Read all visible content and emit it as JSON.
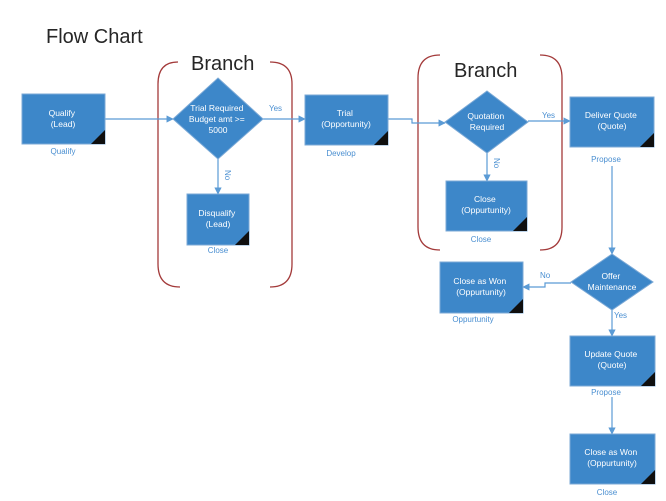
{
  "title": "Flow Chart",
  "branches": [
    {
      "label": "Branch"
    },
    {
      "label": "Branch"
    }
  ],
  "nodes": {
    "qualify": {
      "lines": [
        "Qualify",
        "(Lead)"
      ],
      "stage": "Qualify"
    },
    "trial_required": {
      "lines": [
        "Trial Required",
        "Budget amt >=",
        "5000"
      ],
      "stage": ""
    },
    "disqualify": {
      "lines": [
        "Disqualify",
        "(Lead)"
      ],
      "stage": "Close"
    },
    "trial": {
      "lines": [
        "Trial",
        "(Opportunity)"
      ],
      "stage": "Develop"
    },
    "quotation": {
      "lines": [
        "Quotation",
        "Required"
      ],
      "stage": ""
    },
    "close_opp": {
      "lines": [
        "Close",
        "(Oppurtunity)"
      ],
      "stage": "Close"
    },
    "deliver_quote": {
      "lines": [
        "Deliver Quote",
        "(Quote)"
      ],
      "stage": "Propose"
    },
    "offer_maint": {
      "lines": [
        "Offer",
        "Maintenance"
      ],
      "stage": ""
    },
    "close_won_1": {
      "lines": [
        "Close as Won",
        "(Oppurtunity)"
      ],
      "stage": "Oppurtunity"
    },
    "update_quote": {
      "lines": [
        "Update Quote",
        "(Quote)"
      ],
      "stage": "Propose"
    },
    "close_won_2": {
      "lines": [
        "Close as Won",
        "(Oppurtunity)"
      ],
      "stage": "Close"
    }
  },
  "edge_labels": {
    "trial_yes": "Yes",
    "trial_no": "No",
    "quote_yes": "Yes",
    "quote_no": "No",
    "offer_no": "No",
    "offer_yes": "Yes"
  },
  "colors": {
    "node_fill": "#3d87c9",
    "edge": "#5b9bd5",
    "label": "#4a8fd1",
    "bracket": "#a33a3a"
  }
}
